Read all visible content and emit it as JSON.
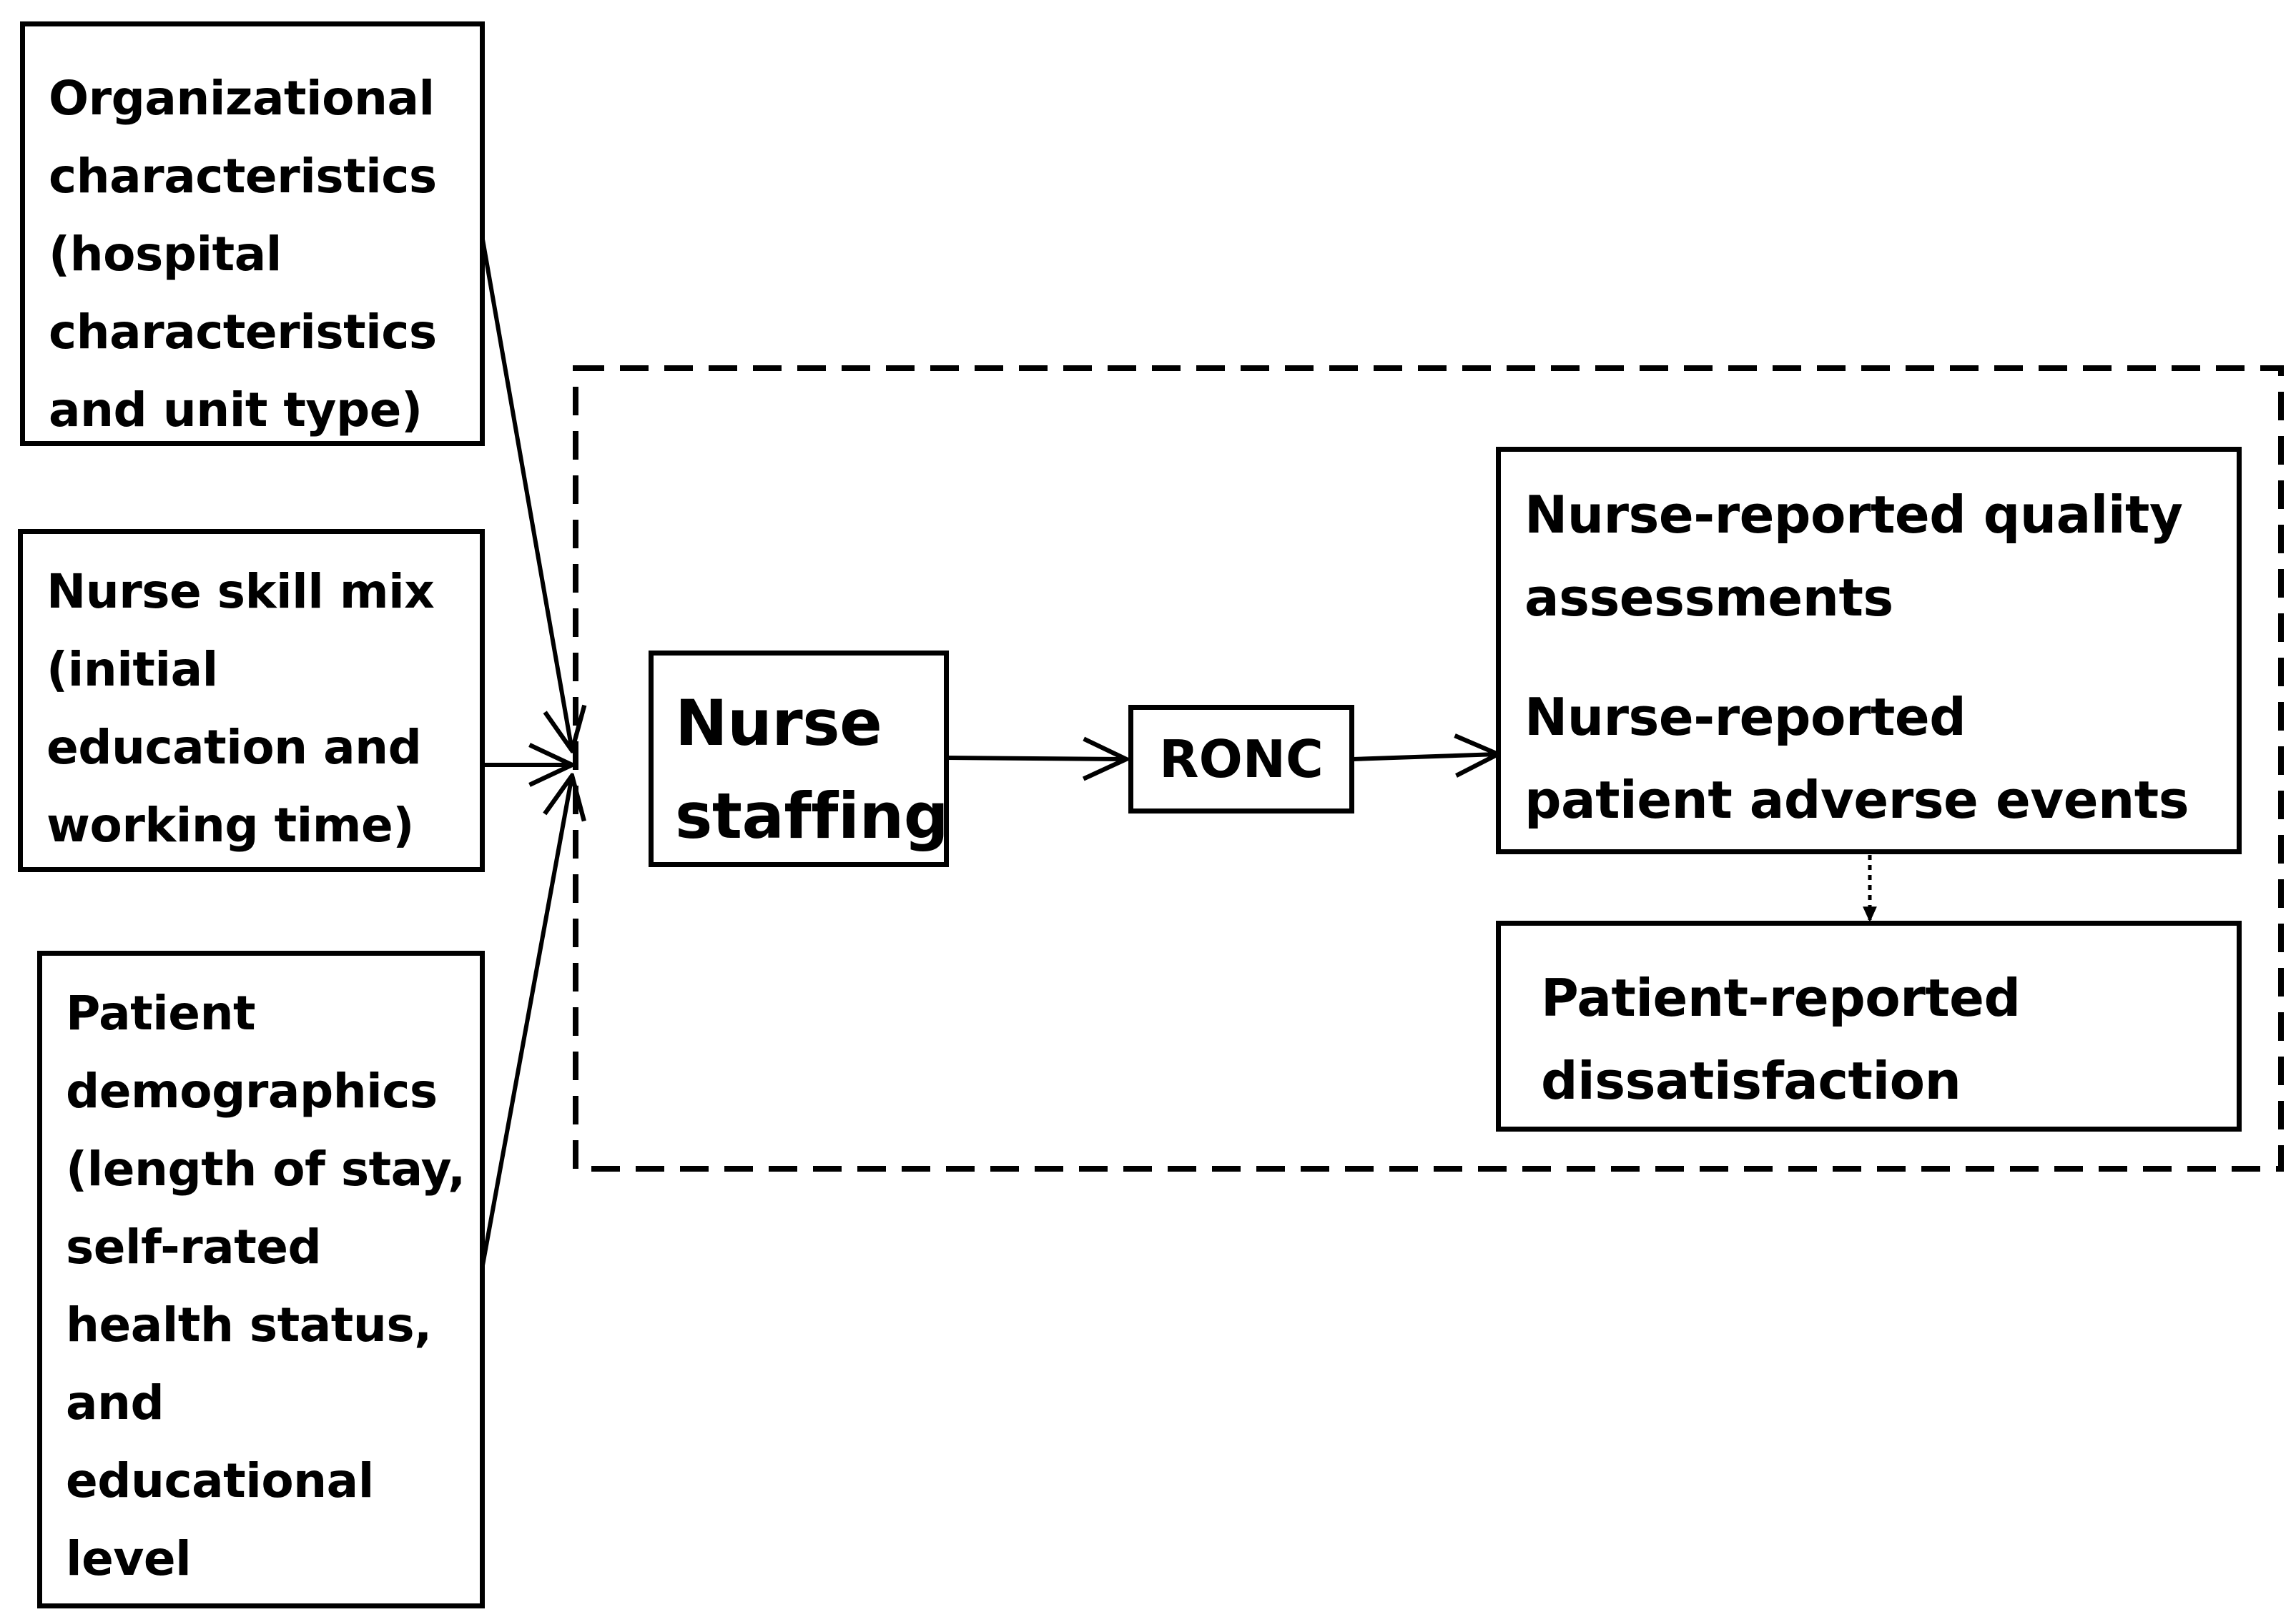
{
  "boxes": {
    "organizational": {
      "lines": [
        "Organizational",
        "characteristics",
        "(hospital",
        "characteristics",
        "and unit type)"
      ]
    },
    "skill_mix": {
      "lines": [
        "Nurse skill mix",
        "(initial",
        "education and",
        "working time)"
      ]
    },
    "patient_demographics": {
      "lines": [
        "Patient",
        "demographics",
        "(length of stay,",
        "self-rated",
        "health status,",
        "and",
        "educational",
        "level"
      ]
    },
    "nurse_staffing": {
      "lines": [
        "Nurse",
        "staffing"
      ]
    },
    "ronc": {
      "label": "RONC"
    },
    "nurse_outcomes": {
      "group1": [
        "Nurse-reported quality",
        "assessments"
      ],
      "group2": [
        "Nurse-reported",
        "patient adverse events"
      ]
    },
    "patient_outcomes": {
      "lines": [
        "Patient-reported",
        "dissatisfaction"
      ]
    }
  }
}
